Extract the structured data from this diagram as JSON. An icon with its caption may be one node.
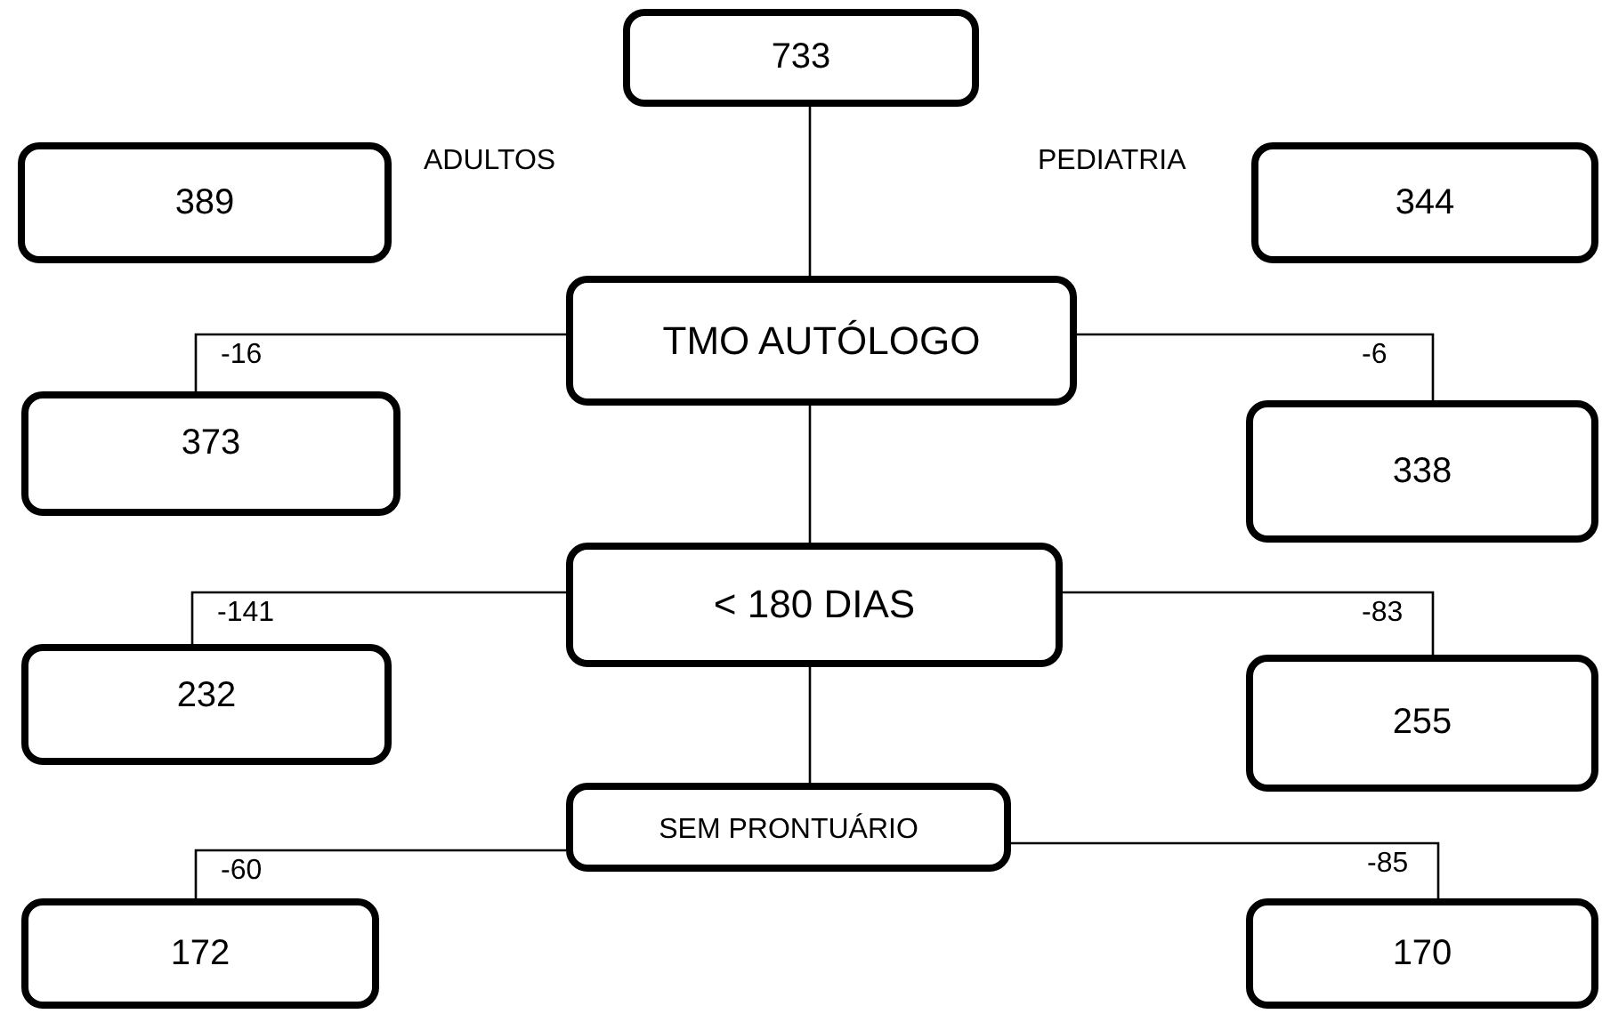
{
  "diagram": {
    "nodes": [
      {
        "text": [
          "733"
        ]
      },
      {
        "text": [
          "389"
        ]
      },
      {
        "text": [
          "344"
        ]
      },
      {
        "text": [
          "TMO AUTÓLOGO"
        ]
      },
      {
        "text": [
          "373"
        ]
      },
      {
        "text": [
          "338"
        ]
      },
      {
        "text": [
          "< 180 DIAS"
        ]
      },
      {
        "text": [
          "232"
        ]
      },
      {
        "text": [
          "255"
        ]
      },
      {
        "text": [
          "SEM PRONTUÁRIO"
        ]
      },
      {
        "text": [
          "172"
        ]
      },
      {
        "text": [
          "170"
        ]
      }
    ],
    "edges": [
      {
        "from": 0,
        "to": 3,
        "arrow": "none"
      },
      {
        "from": 3,
        "to": 4,
        "arrow": "none",
        "label": "-16"
      },
      {
        "from": 3,
        "to": 5,
        "arrow": "none",
        "label": "-6"
      },
      {
        "from": 3,
        "to": 6,
        "arrow": "none"
      },
      {
        "from": 6,
        "to": 7,
        "arrow": "none",
        "label": "-141"
      },
      {
        "from": 6,
        "to": 8,
        "arrow": "none",
        "label": "-83"
      },
      {
        "from": 6,
        "to": 9,
        "arrow": "none"
      },
      {
        "from": 9,
        "to": 10,
        "arrow": "none",
        "label": "-60"
      },
      {
        "from": 9,
        "to": 11,
        "arrow": "none",
        "label": "-85"
      }
    ],
    "labels": [
      "ADULTOS",
      "PEDIATRIA"
    ]
  }
}
